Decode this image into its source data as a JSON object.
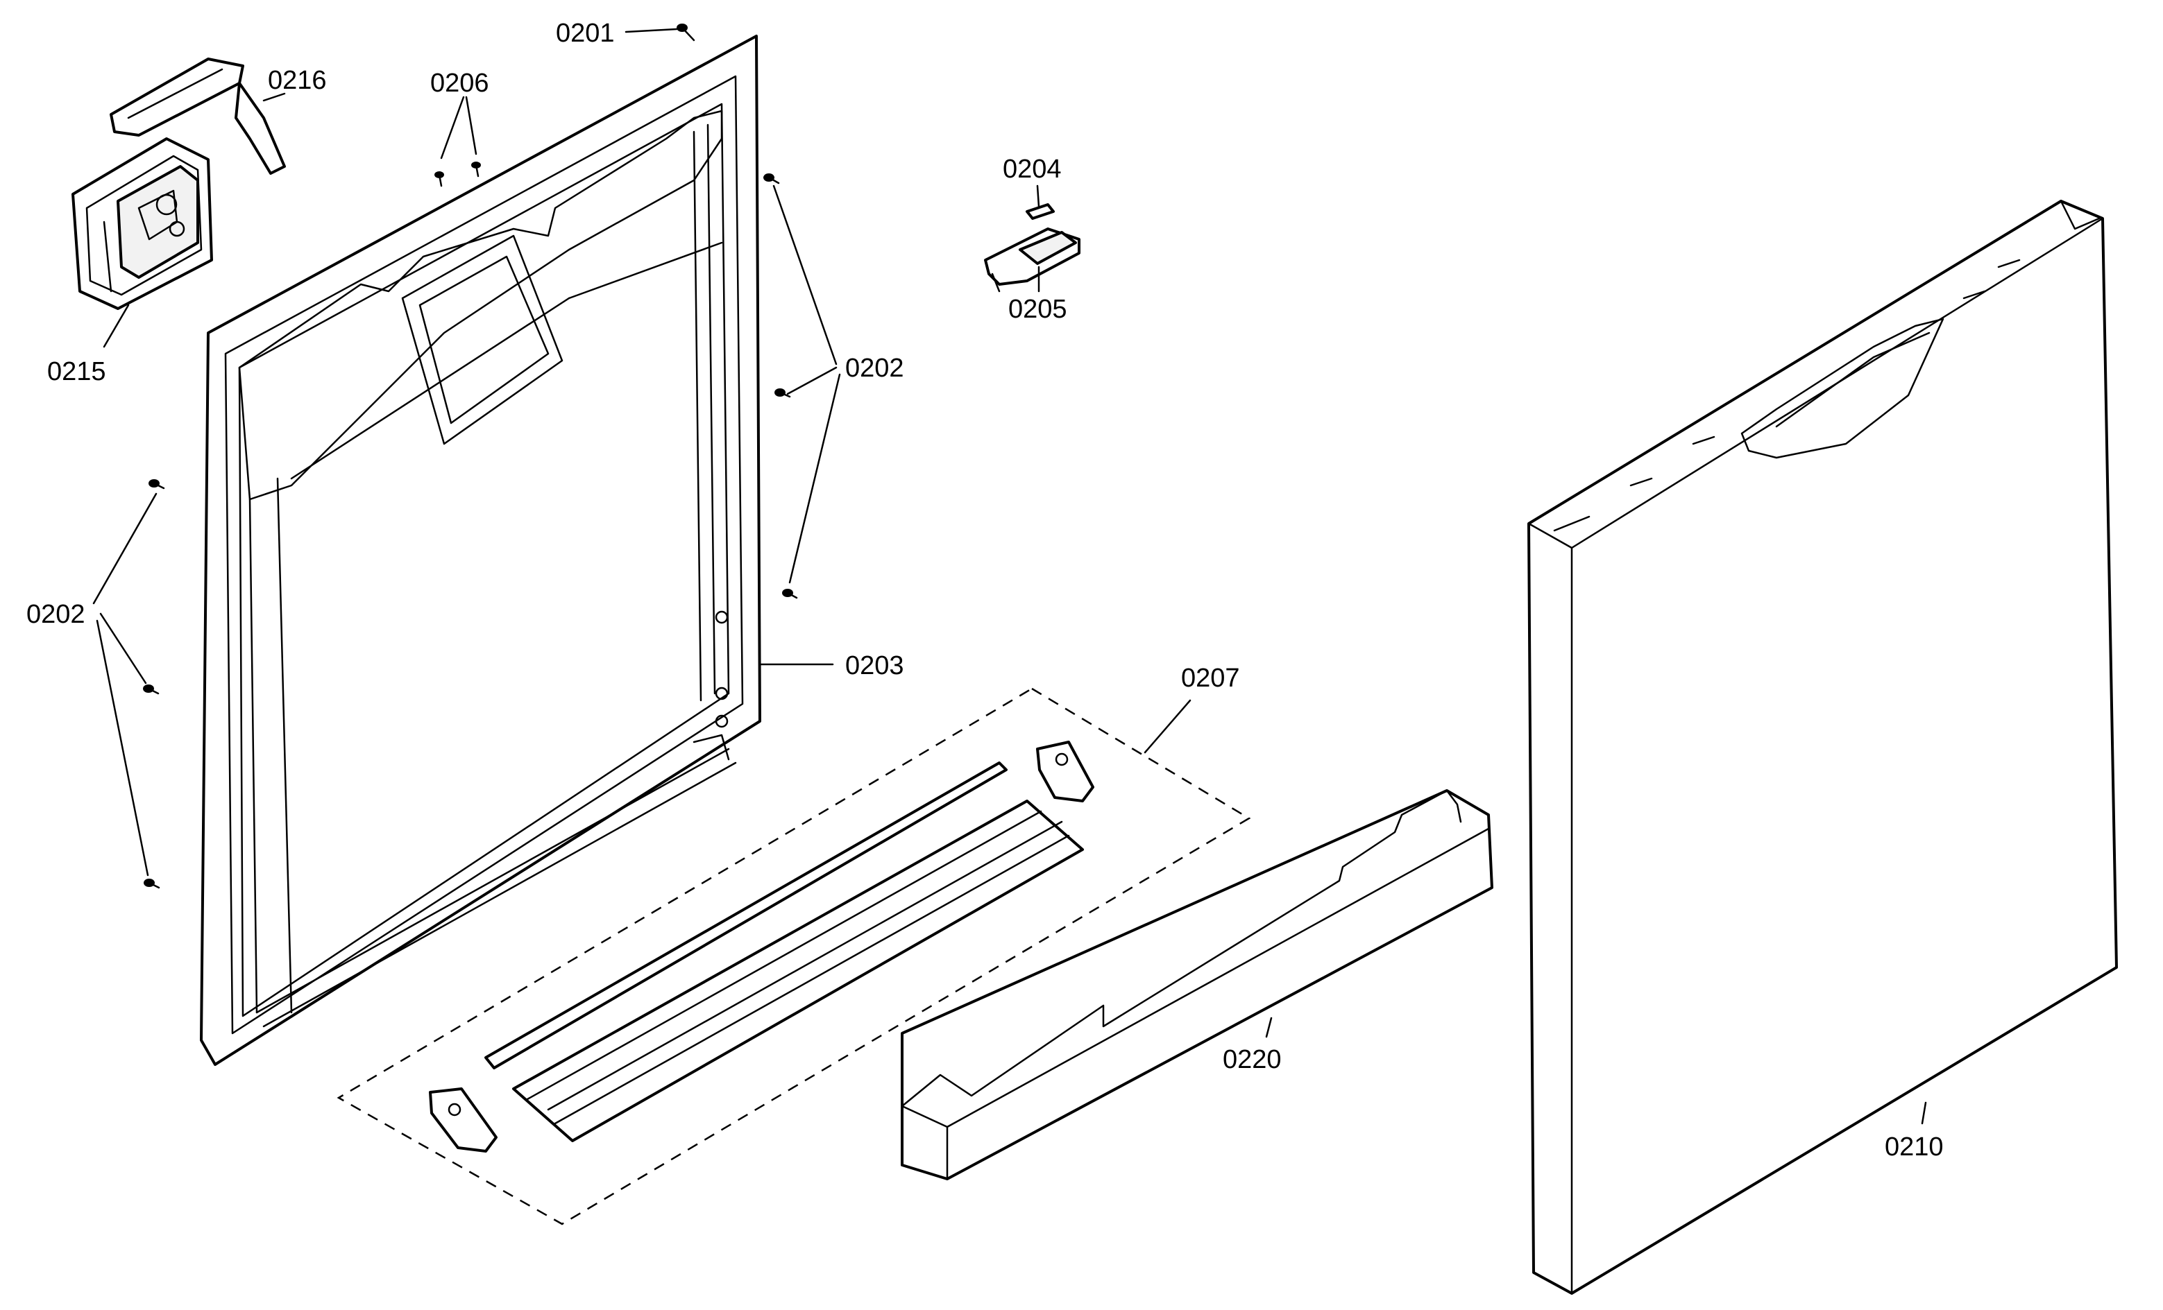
{
  "callouts": {
    "c0201": "0201",
    "c0216": "0216",
    "c0206": "0206",
    "c0215": "0215",
    "c0204": "0204",
    "c0205": "0205",
    "c0202_right": "0202",
    "c0202_left": "0202",
    "c0203": "0203",
    "c0207": "0207",
    "c0220": "0220",
    "c0210": "0210"
  },
  "colors": {
    "line": "#000000",
    "background": "#ffffff"
  }
}
